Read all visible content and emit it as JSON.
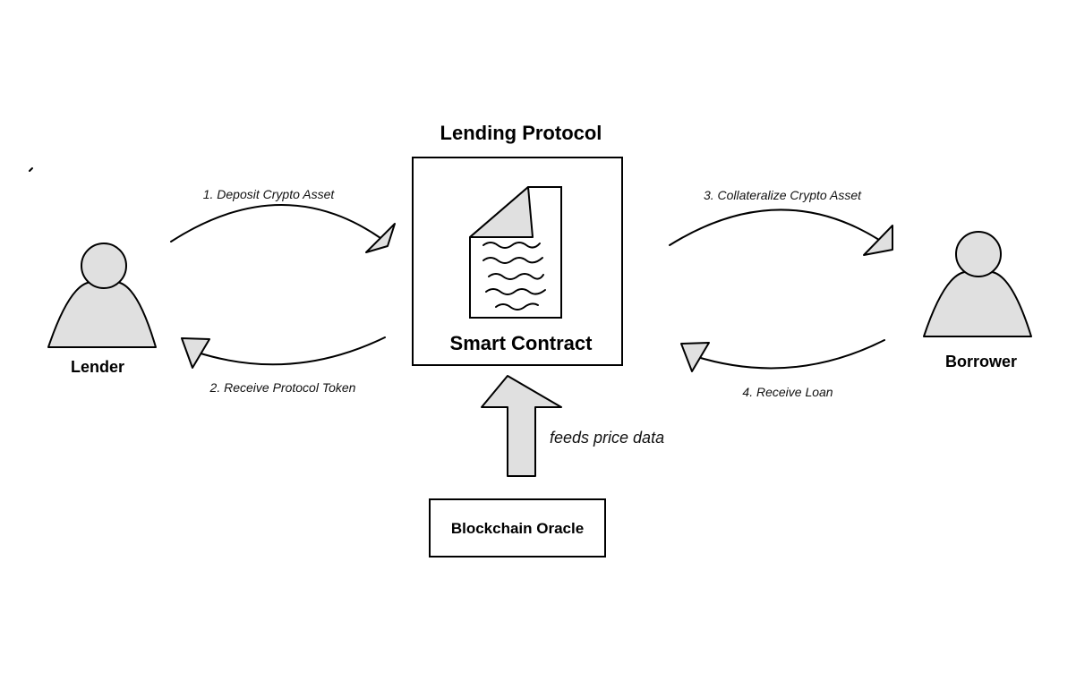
{
  "title": "Lending Protocol",
  "smart_contract": {
    "label": "Smart Contract"
  },
  "oracle": {
    "label": "Blockchain Oracle",
    "feed_label": "feeds price data"
  },
  "lender": {
    "label": "Lender"
  },
  "borrower": {
    "label": "Borrower"
  },
  "flows": {
    "step1": "1. Deposit Crypto Asset",
    "step2": "2. Receive Protocol Token",
    "step3": "3. Collateralize Crypto Asset",
    "step4": "4. Receive Loan"
  },
  "colors": {
    "fill": "#e0e0e0",
    "stroke": "#000000"
  }
}
